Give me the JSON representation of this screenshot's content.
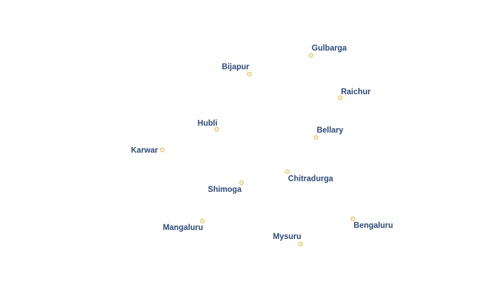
{
  "map": {
    "marker_color": "#f2c14e",
    "marker_fill": "#fff8e6",
    "label_color": "#2c4a7c",
    "cities": [
      {
        "name": "Gulbarga",
        "lat": 17.33,
        "lon": 76.83
      },
      {
        "name": "Bijapur",
        "lat": 16.83,
        "lon": 75.71
      },
      {
        "name": "Raichur",
        "lat": 16.2,
        "lon": 77.36
      },
      {
        "name": "Hubli",
        "lat": 15.36,
        "lon": 75.12
      },
      {
        "name": "Bellary",
        "lat": 15.14,
        "lon": 76.92
      },
      {
        "name": "Karwar",
        "lat": 14.81,
        "lon": 74.13
      },
      {
        "name": "Chitradurga",
        "lat": 14.23,
        "lon": 76.4
      },
      {
        "name": "Shimoga",
        "lat": 13.93,
        "lon": 75.57
      },
      {
        "name": "Mangaluru",
        "lat": 12.91,
        "lon": 74.86
      },
      {
        "name": "Bengaluru",
        "lat": 12.97,
        "lon": 77.59
      },
      {
        "name": "Mysuru",
        "lat": 12.3,
        "lon": 76.64
      }
    ]
  }
}
